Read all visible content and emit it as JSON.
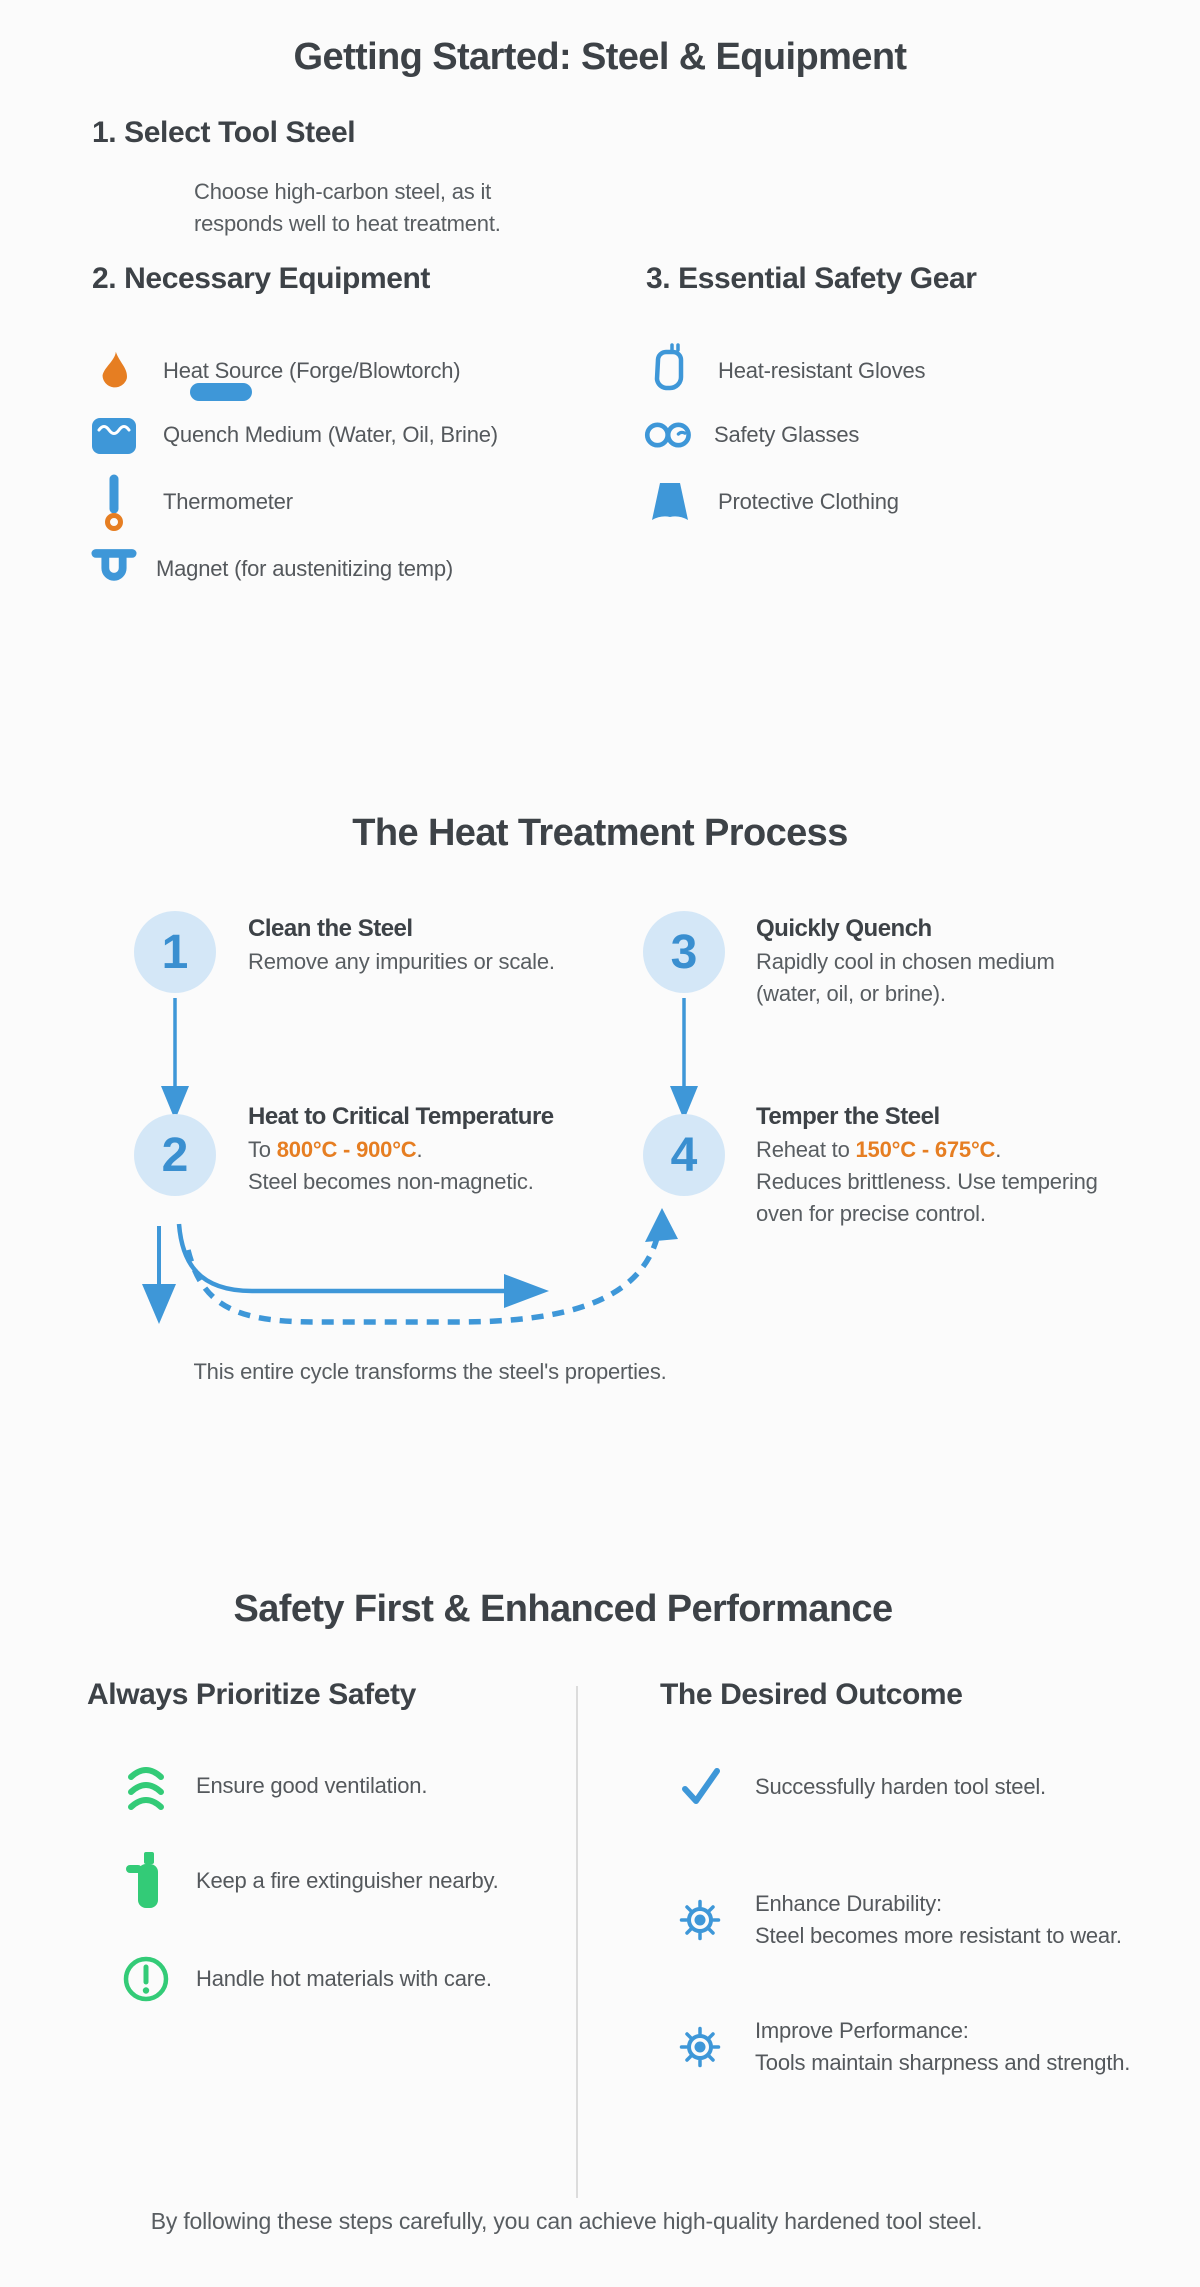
{
  "colors": {
    "accent_blue": "#3e97d8",
    "light_blue": "#d4e7f7",
    "orange": "#e67e22",
    "green": "#33cb77",
    "heading_text": "#3d4247",
    "body_text": "#585d61"
  },
  "section1": {
    "title": "Getting Started: Steel & Equipment",
    "select_heading": "1. Select Tool Steel",
    "select_lines": [
      "Choose high-carbon steel, as it",
      "responds well to heat treatment."
    ],
    "equipment_heading": "2. Necessary Equipment",
    "equipment_items": [
      {
        "icon": "flame-icon",
        "label": "Heat Source (Forge/Blowtorch)"
      },
      {
        "icon": "quench-icon",
        "label": "Quench Medium (Water, Oil, Brine)"
      },
      {
        "icon": "thermometer-icon",
        "label": "Thermometer"
      },
      {
        "icon": "magnet-icon",
        "label": "Magnet (for austenitizing temp)"
      }
    ],
    "safety_heading": "3. Essential Safety Gear",
    "safety_items": [
      {
        "icon": "glove-icon",
        "label": "Heat-resistant Gloves"
      },
      {
        "icon": "glasses-icon",
        "label": "Safety Glasses"
      },
      {
        "icon": "clothing-icon",
        "label": "Protective Clothing"
      }
    ]
  },
  "section2": {
    "title": "The Heat Treatment Process",
    "steps": [
      {
        "number": "1",
        "title": "Clean the Steel",
        "lines": [
          "Remove any impurities or scale."
        ]
      },
      {
        "number": "2",
        "title": "Heat to Critical Temperature",
        "temp_prefix": "To ",
        "temp": "800°C - 900°C",
        "temp_suffix": ".",
        "lines": [
          "Steel becomes non-magnetic."
        ]
      },
      {
        "number": "3",
        "title": "Quickly Quench",
        "lines": [
          "Rapidly cool in chosen medium",
          "(water, oil, or brine)."
        ]
      },
      {
        "number": "4",
        "title": "Temper the Steel",
        "temp_prefix": "Reheat to ",
        "temp": "150°C - 675°C",
        "temp_suffix": ".",
        "lines": [
          "Reduces brittleness. Use tempering",
          "oven for precise control."
        ]
      }
    ],
    "caption": "This entire cycle transforms the steel's properties."
  },
  "section3": {
    "title": "Safety First & Enhanced Performance",
    "safety_column": {
      "heading": "Always Prioritize Safety",
      "items": [
        {
          "icon": "ventilation-icon",
          "label": "Ensure good ventilation."
        },
        {
          "icon": "fire-extinguisher-icon",
          "label": "Keep a fire extinguisher nearby."
        },
        {
          "icon": "warning-icon",
          "label": "Handle hot materials with care."
        }
      ]
    },
    "outcome_column": {
      "heading": "The Desired Outcome",
      "items": [
        {
          "icon": "check-icon",
          "lines": [
            "Successfully harden tool steel."
          ]
        },
        {
          "icon": "target-icon",
          "lines": [
            "Enhance Durability:",
            "Steel becomes more resistant to wear."
          ]
        },
        {
          "icon": "target-icon",
          "lines": [
            "Improve Performance:",
            "Tools maintain sharpness and strength."
          ]
        }
      ]
    },
    "footer": "By following these steps carefully, you can achieve high-quality hardened tool steel."
  }
}
